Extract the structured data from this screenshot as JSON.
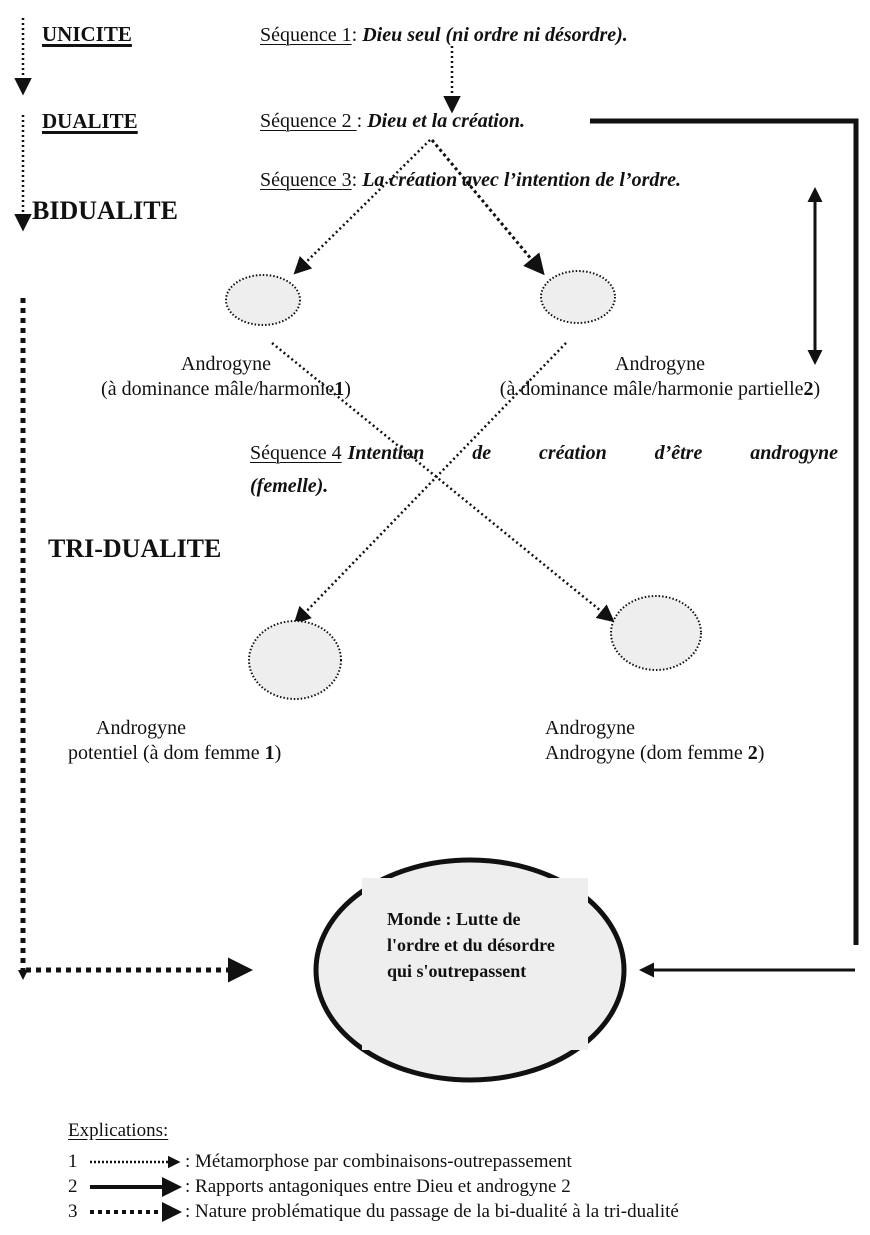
{
  "levels": {
    "unicite": "UNICITE",
    "dualite": "DUALITE",
    "bidualite": "BIDUALITE",
    "tridualite": "TRI-DUALITE"
  },
  "sequences": [
    {
      "label": "Séquence 1",
      "sep": ": ",
      "text": "Dieu seul (ni ordre ni désordre)."
    },
    {
      "label": "Séquence 2 ",
      "sep": ": ",
      "text": "Dieu et la création."
    },
    {
      "label": "Séquence 3",
      "sep": ": ",
      "text": "La création avec l’intention de l’ordre."
    },
    {
      "label": "Séquence 4",
      "sep": ": ",
      "text": "Intention de création d’être androgyne",
      "text2": "(femelle)."
    }
  ],
  "nodes": {
    "bi_left": {
      "line1": "Androgyne",
      "line2_pre": "(à dominance mâle/harmonie",
      "num": "1",
      "line2_post": ")"
    },
    "bi_right": {
      "line1": "Androgyne",
      "line2_pre": "(à dominance mâle/harmonie partielle",
      "num": "2",
      "line2_post": ")"
    },
    "tri_left": {
      "line1": "Androgyne",
      "line2_pre": "potentiel (à dom femme ",
      "num": "1",
      "line2_post": ")"
    },
    "tri_right": {
      "line1": "Androgyne",
      "line2_pre": "Androgyne (dom femme ",
      "num": "2",
      "line2_post": ")"
    }
  },
  "monde": {
    "text": "Monde : Lutte de l'ordre et du désordre qui s'outrepassent"
  },
  "legend": {
    "title": "Explications:",
    "items": [
      {
        "num": "1",
        "arrow_style": "fine-dotted",
        "text": ": Métamorphose par combinaisons-outrepassement"
      },
      {
        "num": "2",
        "arrow_style": "solid",
        "text": ": Rapports antagoniques entre Dieu et androgyne 2"
      },
      {
        "num": "3",
        "arrow_style": "heavy-dotted",
        "text": ": Nature problématique du passage de la bi-dualité à la tri-dualité"
      }
    ]
  },
  "colors": {
    "ink": "#111111",
    "node_fill": "#eeeeee",
    "background": "#ffffff"
  }
}
